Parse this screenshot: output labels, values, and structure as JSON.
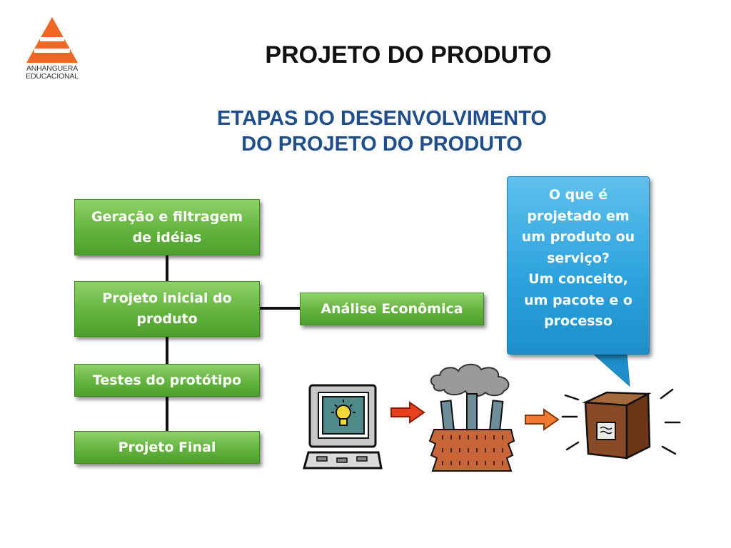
{
  "logo": {
    "line1": "ANHANGUERA",
    "line2": "EDUCACIONAL",
    "color": "#f26522"
  },
  "title": "PROJETO DO PRODUTO",
  "subtitle": {
    "line1": "ETAPAS DO DESENVOLVIMENTO",
    "line2": "DO PROJETO DO PRODUTO"
  },
  "diagram": {
    "steps": [
      {
        "line1": "Geração e filtragem",
        "line2": "de idéias"
      },
      {
        "line1": "Projeto inicial do",
        "line2": "produto"
      },
      {
        "line1": "Testes do protótipo"
      },
      {
        "line1": "Projeto Final"
      }
    ],
    "side_box": "Análise Econômica",
    "colors": {
      "step_fill": "#63b33e",
      "callout_fill": "#2aa1dc",
      "arrow": "#e8401c"
    }
  },
  "callout": {
    "lines": [
      "O que é",
      "projetado em",
      "um produto ou",
      "serviço?",
      "Um conceito,",
      "um pacote e o",
      "processo"
    ]
  },
  "illustrations": [
    "computer-lightbulb-icon",
    "arrow-right-icon",
    "factory-icon",
    "arrow-right-icon",
    "product-box-icon"
  ]
}
